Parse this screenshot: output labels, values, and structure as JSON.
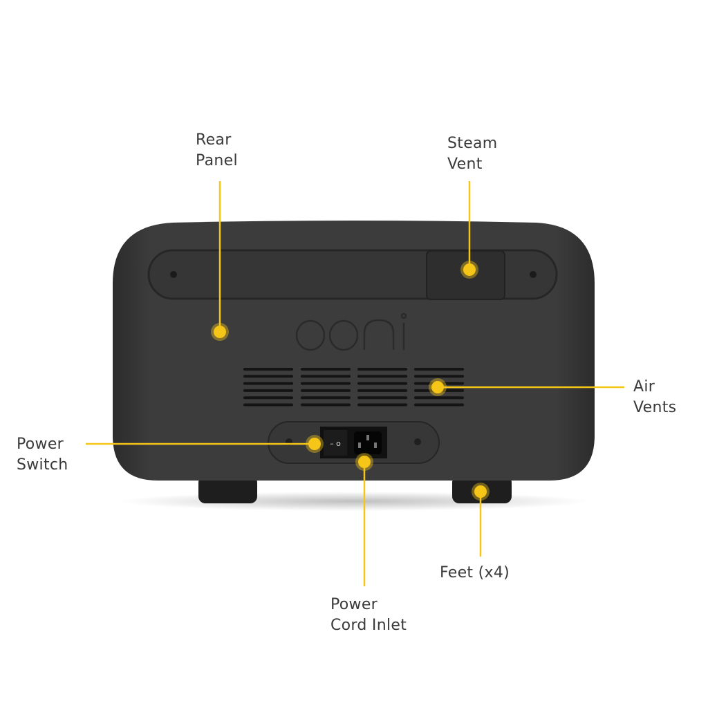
{
  "brand_logo": "ooni",
  "accent_color": "#f5c518",
  "device_color": "#3b3b3b",
  "callouts": {
    "rear_panel": {
      "line1": "Rear",
      "line2": "Panel"
    },
    "steam_vent": {
      "line1": "Steam",
      "line2": "Vent"
    },
    "air_vents": {
      "line1": "Air",
      "line2": "Vents"
    },
    "power_switch": {
      "line1": "Power",
      "line2": "Switch"
    },
    "power_cord_inlet": {
      "line1": "Power",
      "line2": "Cord Inlet"
    },
    "feet": {
      "line1": "Feet (x4)"
    }
  },
  "switch_symbols": "– o"
}
